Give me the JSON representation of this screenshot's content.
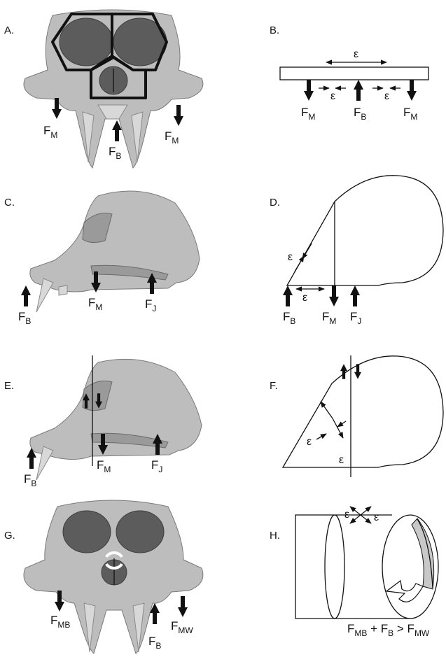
{
  "panels": {
    "A": {
      "label": "A.",
      "f_left": "F",
      "f_left_sub": "M",
      "f_center": "F",
      "f_center_sub": "B",
      "f_right": "F",
      "f_right_sub": "M"
    },
    "B": {
      "label": "B.",
      "eps_top": "ε",
      "eps_left": "ε",
      "eps_right": "ε",
      "f1": "F",
      "f1_sub": "M",
      "f2": "F",
      "f2_sub": "B",
      "f3": "F",
      "f3_sub": "M"
    },
    "C": {
      "label": "C.",
      "f1": "F",
      "f1_sub": "B",
      "f2": "F",
      "f2_sub": "M",
      "f3": "F",
      "f3_sub": "J"
    },
    "D": {
      "label": "D.",
      "eps_slant": "ε",
      "eps_base": "ε",
      "f1": "F",
      "f1_sub": "B",
      "f2": "F",
      "f2_sub": "M",
      "f3": "F",
      "f3_sub": "J"
    },
    "E": {
      "label": "E.",
      "f1": "F",
      "f1_sub": "B",
      "f2": "F",
      "f2_sub": "M",
      "f3": "F",
      "f3_sub": "J"
    },
    "F": {
      "label": "F.",
      "eps_a": "ε",
      "eps_b": "ε"
    },
    "G": {
      "label": "G.",
      "f1": "F",
      "f1_sub": "MB",
      "f2": "F",
      "f2_sub": "MW",
      "f3": "F",
      "f3_sub": "B"
    },
    "H": {
      "label": "H.",
      "eps_a": "ε",
      "eps_b": "ε",
      "eq_f1": "F",
      "eq_f1_sub": "MB",
      "eq_plus": " + F",
      "eq_f2_sub": "B",
      "eq_gt": " > F",
      "eq_f3_sub": "MW"
    }
  },
  "colors": {
    "skull": "#bdbdbd",
    "ink": "#111111",
    "highlight": "#c8c8c8"
  }
}
